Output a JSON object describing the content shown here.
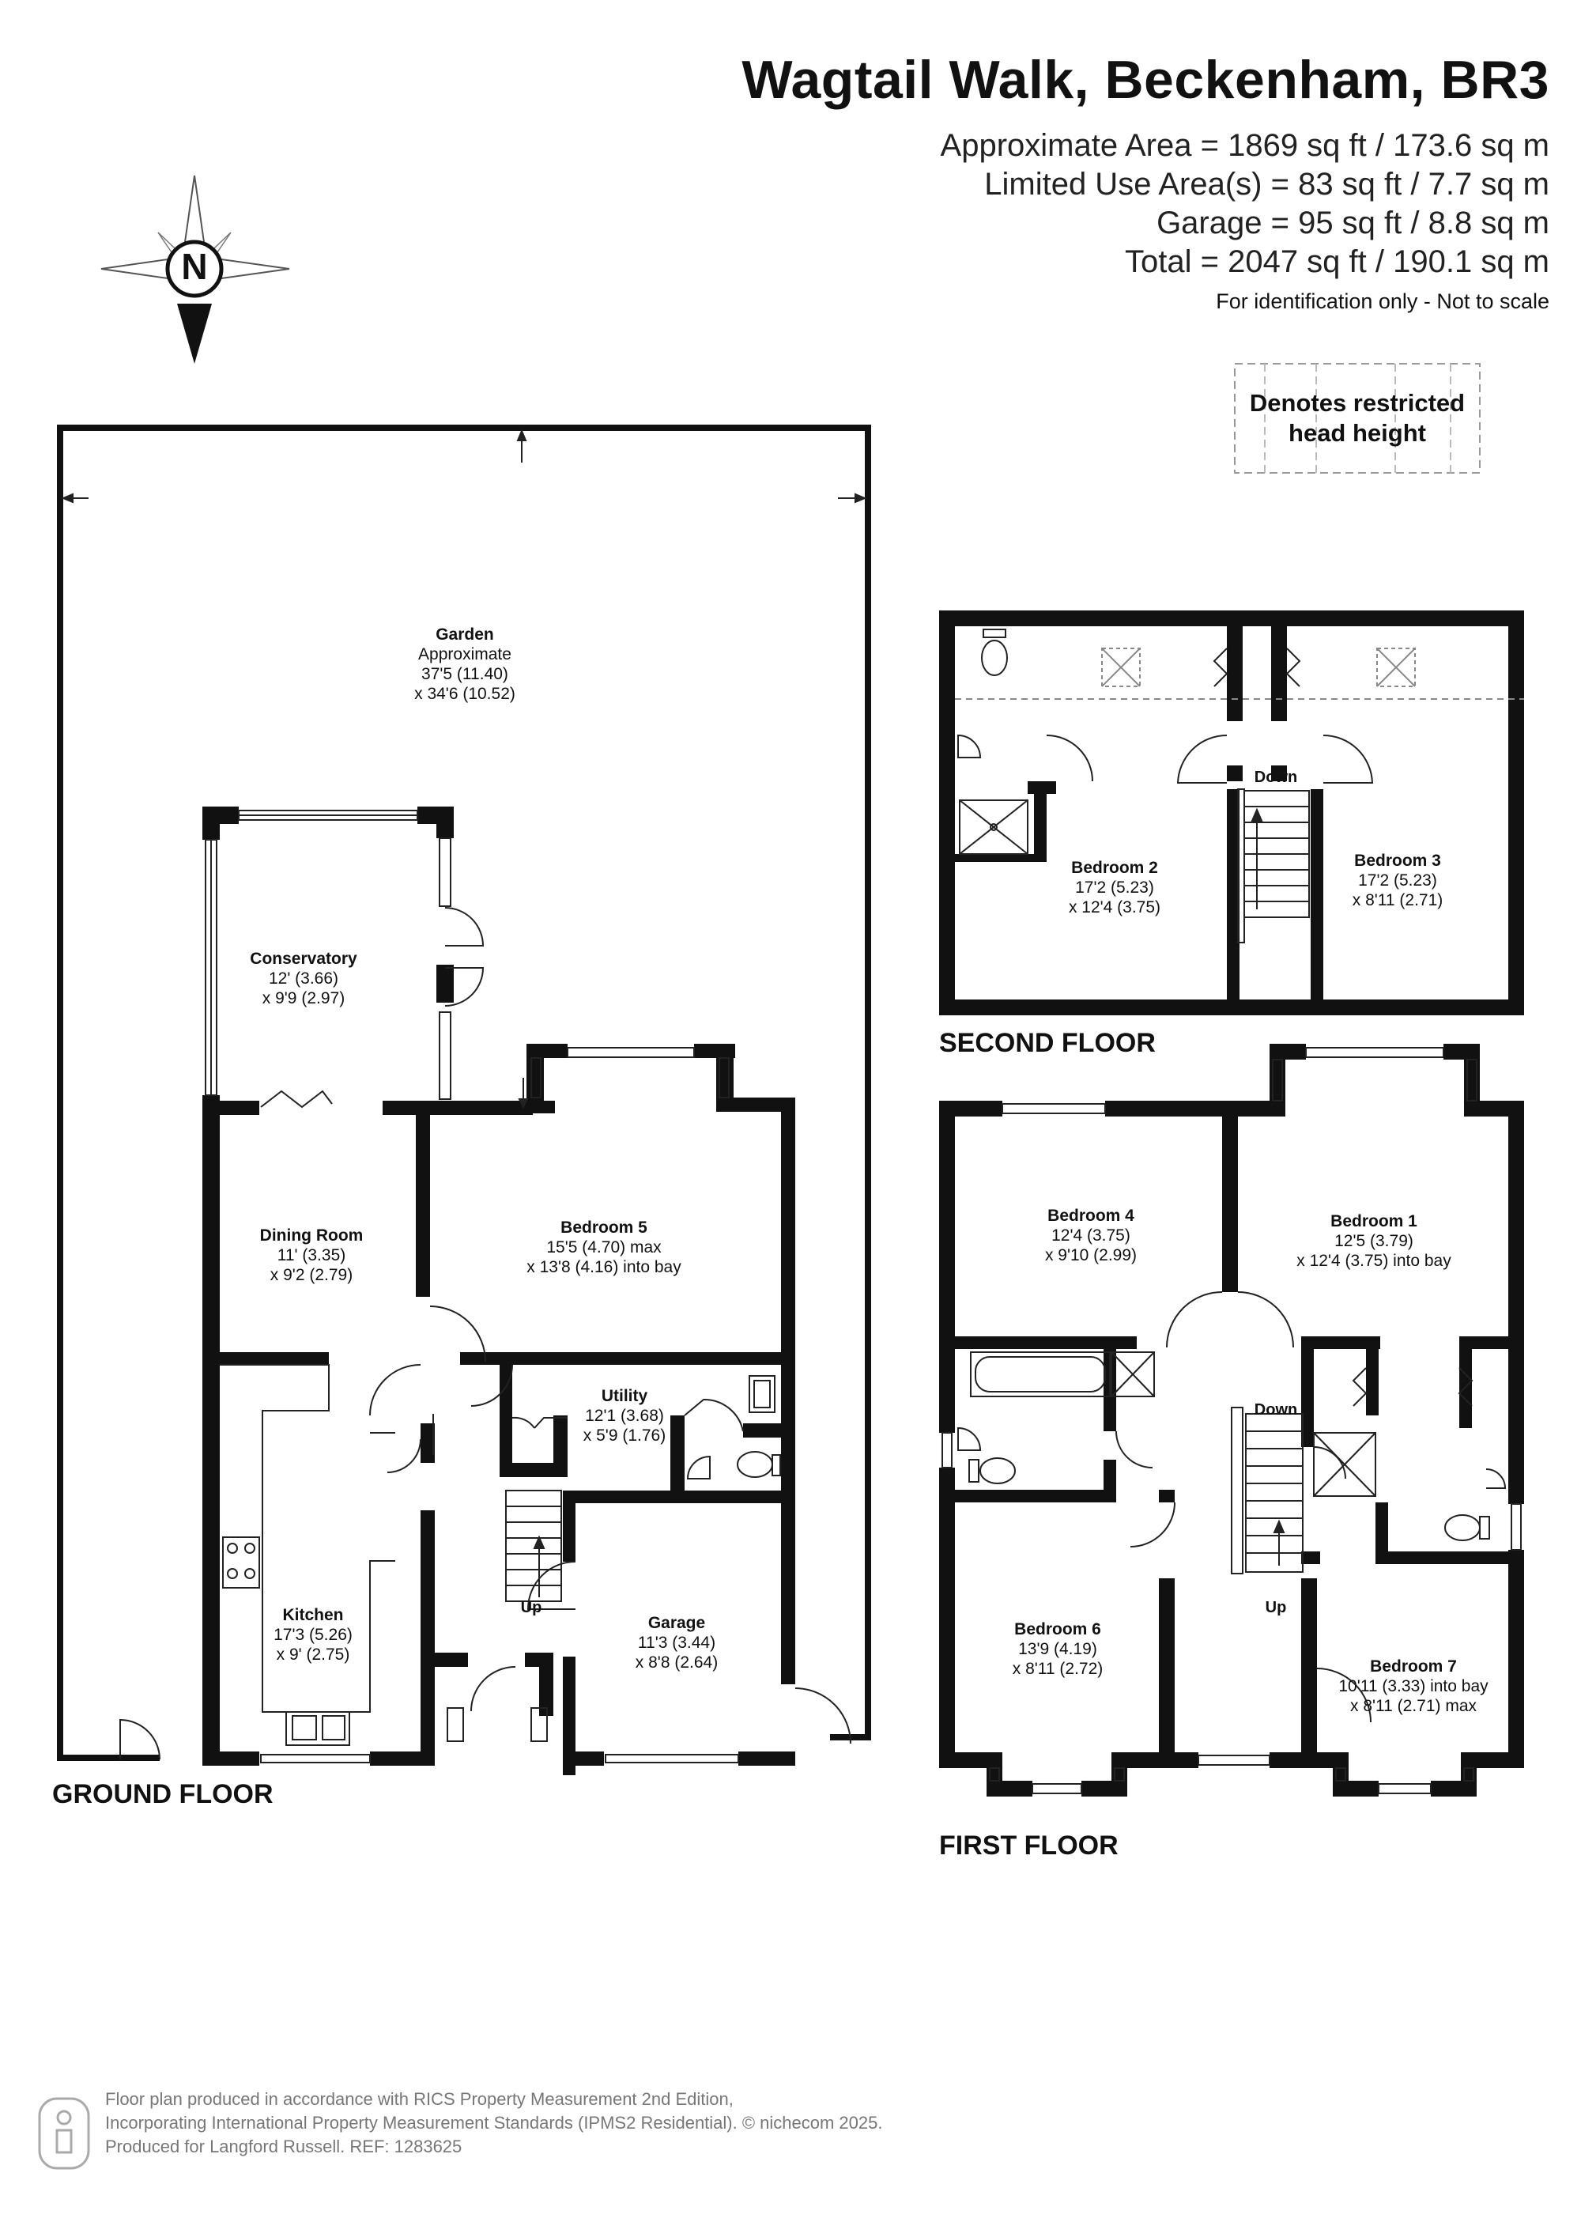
{
  "header": {
    "title": "Wagtail Walk, Beckenham, BR3",
    "areas": [
      "Approximate Area = 1869 sq ft / 173.6 sq m",
      "Limited Use Area(s) = 83 sq ft / 7.7 sq m",
      "Garage = 95 sq ft / 8.8 sq m",
      "Total = 2047 sq ft / 190.1 sq m"
    ],
    "note": "For identification only - Not to scale"
  },
  "compass": {
    "letter": "N",
    "icon": "north-compass-icon"
  },
  "legend": {
    "restricted_label": "Denotes restricted head height"
  },
  "floors": {
    "ground": "GROUND FLOOR",
    "first": "FIRST FLOOR",
    "second": "SECOND FLOOR"
  },
  "rooms": {
    "garden": {
      "name": "Garden",
      "l1": "Approximate",
      "l2": "37'5 (11.40)",
      "l3": "x 34'6 (10.52)"
    },
    "conservatory": {
      "name": "Conservatory",
      "l1": "12' (3.66)",
      "l2": "x 9'9 (2.97)"
    },
    "dining": {
      "name": "Dining Room",
      "l1": "11' (3.35)",
      "l2": "x 9'2 (2.79)"
    },
    "bedroom5": {
      "name": "Bedroom 5",
      "l1": "15'5 (4.70) max",
      "l2": "x 13'8 (4.16) into bay"
    },
    "utility": {
      "name": "Utility",
      "l1": "12'1 (3.68)",
      "l2": "x 5'9 (1.76)"
    },
    "kitchen": {
      "name": "Kitchen",
      "l1": "17'3 (5.26)",
      "l2": "x 9' (2.75)"
    },
    "garage": {
      "name": "Garage",
      "l1": "11'3 (3.44)",
      "l2": "x 8'8 (2.64)"
    },
    "bedroom2": {
      "name": "Bedroom 2",
      "l1": "17'2 (5.23)",
      "l2": "x 12'4 (3.75)"
    },
    "bedroom3": {
      "name": "Bedroom 3",
      "l1": "17'2 (5.23)",
      "l2": "x 8'11 (2.71)"
    },
    "bedroom4": {
      "name": "Bedroom 4",
      "l1": "12'4 (3.75)",
      "l2": "x 9'10 (2.99)"
    },
    "bedroom1": {
      "name": "Bedroom 1",
      "l1": "12'5 (3.79)",
      "l2": "x 12'4 (3.75) into bay"
    },
    "bedroom6": {
      "name": "Bedroom 6",
      "l1": "13'9 (4.19)",
      "l2": "x 8'11 (2.72)"
    },
    "bedroom7": {
      "name": "Bedroom 7",
      "l1": "10'11 (3.33) into bay",
      "l2": "x 8'11 (2.71) max"
    }
  },
  "stairs": {
    "up_ground": "Up",
    "down_second": "Down",
    "down_first": "Down",
    "up_first": "Up"
  },
  "footer": {
    "line1": "Floor plan produced in accordance with RICS Property Measurement 2nd Edition,",
    "line2": "Incorporating International Property Measurement Standards (IPMS2 Residential).   © nichecom 2025.",
    "line3": "Produced for Langford Russell.   REF: 1283625",
    "icon": "person-icon"
  }
}
